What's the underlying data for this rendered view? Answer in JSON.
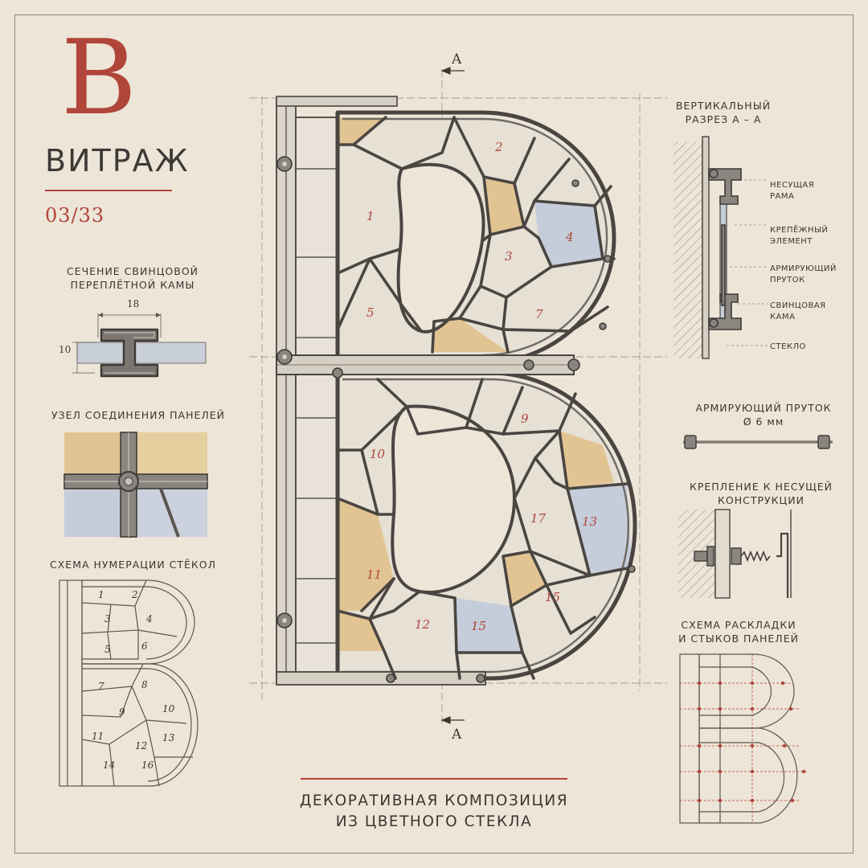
{
  "header": {
    "letter": "B",
    "title": "ВИТРАЖ",
    "number": "03/33"
  },
  "section_marks": {
    "top": "A",
    "bottom": "A"
  },
  "lead_profile": {
    "title_line1": "СЕЧЕНИЕ СВИНЦОВОЙ",
    "title_line2": "ПЕРЕПЛЁТНОЙ КАМЫ",
    "width": "18",
    "height": "10"
  },
  "panel_joint": {
    "title": "УЗЕЛ СОЕДИНЕНИЯ ПАНЕЛЕЙ"
  },
  "numbering": {
    "title": "СХЕМА НУМЕРАЦИИ СТЁКОЛ",
    "labels": [
      "1",
      "2",
      "3",
      "4",
      "5",
      "6",
      "7",
      "8",
      "9",
      "10",
      "11",
      "12",
      "13",
      "14",
      "16"
    ]
  },
  "main_panes": {
    "labels": [
      "1",
      "2",
      "3",
      "4",
      "5",
      "7",
      "9",
      "10",
      "11",
      "12",
      "13",
      "15",
      "15",
      "17"
    ]
  },
  "vertical_section": {
    "title_line1": "ВЕРТИКАЛЬНЫЙ",
    "title_line2": "РАЗРЕЗ А – А",
    "callouts": [
      {
        "line1": "НЕСУЩАЯ",
        "line2": "РАМА"
      },
      {
        "line1": "КРЕПЁЖНЫЙ",
        "line2": "ЭЛЕМЕНТ"
      },
      {
        "line1": "АРМИРУЮЩИЙ",
        "line2": "ПРУТОК"
      },
      {
        "line1": "СВИНЦОВАЯ",
        "line2": "КАМА"
      },
      {
        "line1": "СТЕКЛО",
        "line2": ""
      }
    ]
  },
  "rod": {
    "title": "АРМИРУЮЩИЙ ПРУТОК",
    "diameter": "Ø 6 мм"
  },
  "mounting": {
    "title_line1": "КРЕПЛЕНИЕ К НЕСУЩЕЙ",
    "title_line2": "КОНСТРУКЦИИ"
  },
  "layout_scheme": {
    "title_line1": "СХЕМА РАСКЛАДКИ",
    "title_line2": "И СТЫКОВ ПАНЕЛЕЙ"
  },
  "footer": {
    "line1": "ДЕКОРАТИВНАЯ КОМПОЗИЦИЯ",
    "line2": "ИЗ ЦВЕТНОГО СТЕКЛА"
  },
  "colors": {
    "accent_red": "#b0453a",
    "paper": "#ede5d8",
    "lead": "#6f6a64",
    "glass_amber": "#e2c493",
    "glass_blue": "#c5cdda",
    "glass_clear": "#e6e0d5"
  }
}
